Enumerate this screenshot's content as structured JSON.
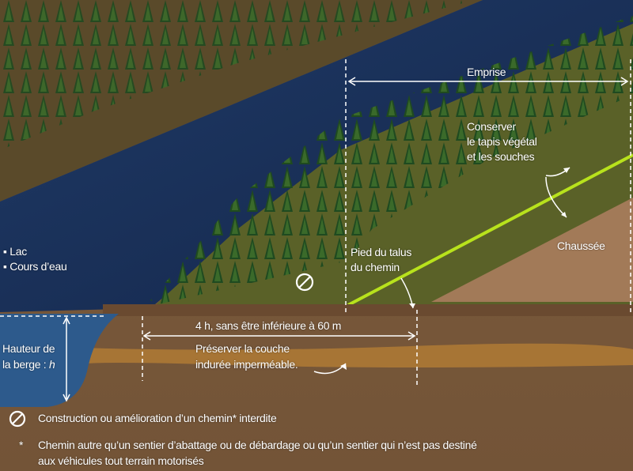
{
  "labels": {
    "emprise": "Emprise",
    "conserver": [
      "Conserver",
      "le tapis végétal",
      "et les souches"
    ],
    "chaussee": "Chaussée",
    "pied_talus": [
      "Pied du talus",
      "du chemin"
    ],
    "water_types": [
      "▪ Lac",
      "▪ Cours d’eau"
    ],
    "hauteur": [
      "Hauteur de",
      "la berge : "
    ],
    "hauteur_var": "h",
    "distance_var": "4 h",
    "distance_rest": ", sans être inférieure à 60 m",
    "preserver": [
      "Préserver la couche",
      "indurée imperméable."
    ]
  },
  "legend": {
    "prohibited_icon": "prohibited-icon",
    "prohibited_text": "Construction ou amélioration d’un chemin* interdite",
    "asterisk": "*",
    "note_lines": [
      "Chemin autre qu’un sentier d’abattage ou de débardage ou qu’un sentier qui n’est pas destiné",
      "aux véhicules tout terrain motorisés"
    ]
  },
  "colors": {
    "lake": "#1c3358",
    "forest": "#4d5a22",
    "soil": "#7a5a3c",
    "road": "#a27a58",
    "trail_line": "#b8e21c",
    "indurated": "#b07a35"
  }
}
